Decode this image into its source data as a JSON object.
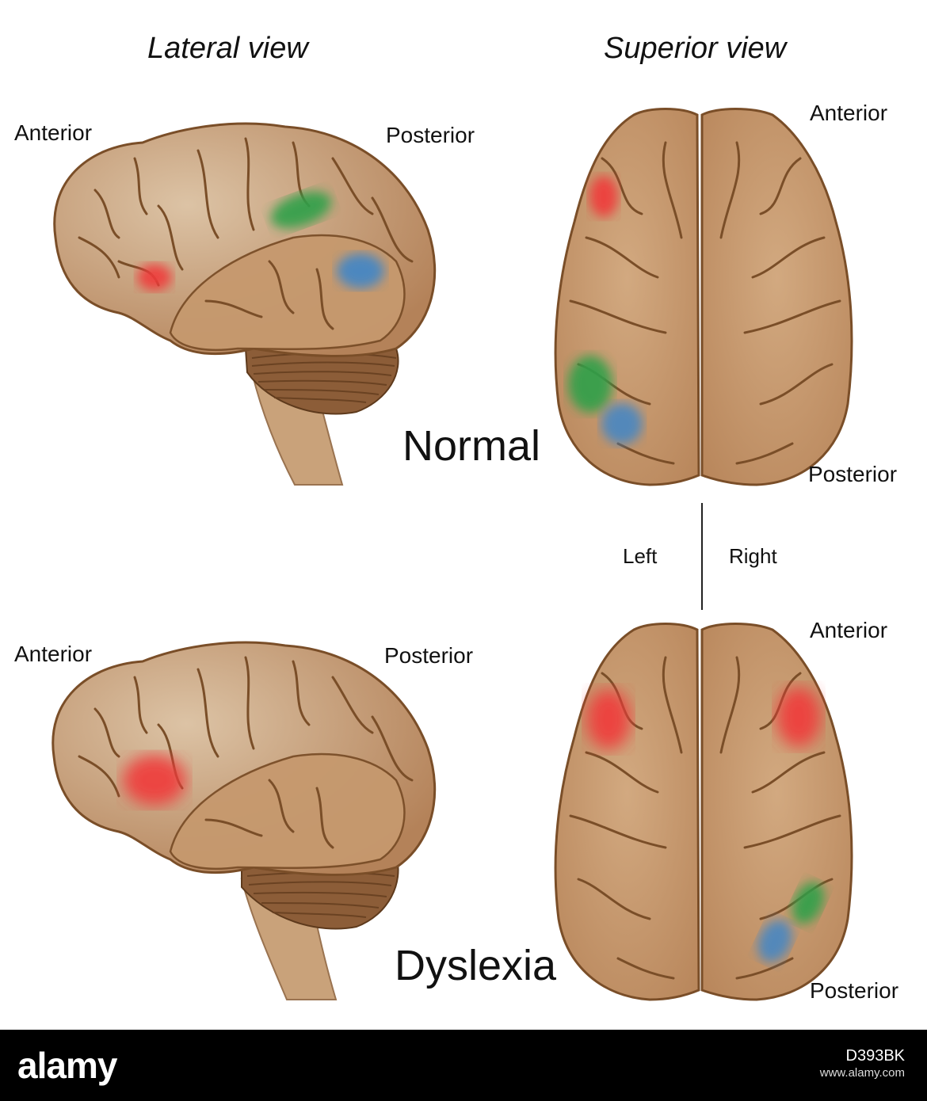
{
  "headers": {
    "lateral": "Lateral view",
    "superior": "Superior view"
  },
  "directions": {
    "anterior": "Anterior",
    "posterior": "Posterior",
    "left": "Left",
    "right": "Right"
  },
  "conditions": {
    "normal": "Normal",
    "dyslexia": "Dyslexia"
  },
  "footer": {
    "logo": "alamy",
    "image_id": "D393BK",
    "site": "www.alamy.com"
  },
  "colors": {
    "brain_fill": "#c89d72",
    "brain_stroke": "#7a4e28",
    "stem_fill": "#c9a27a",
    "cerebellum_fill": "#8c5d38",
    "highlight_red": "#f03a3a",
    "highlight_green": "#2fa04a",
    "highlight_blue": "#3f86c8"
  }
}
